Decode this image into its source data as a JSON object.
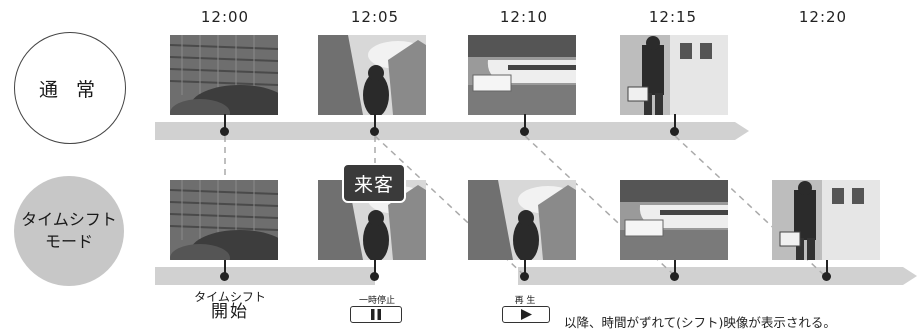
{
  "times": [
    "12:00",
    "12:05",
    "12:10",
    "12:15",
    "12:20"
  ],
  "normal_mode": {
    "label": "通 常"
  },
  "timeshift_mode": {
    "label_line1": "タイムシフト",
    "label_line2": "モード"
  },
  "visitor_badge": "来客",
  "controls": {
    "start_small": "タイムシフト",
    "start_big": "開始",
    "pause_caption": "一時停止",
    "play_caption": "再 生"
  },
  "note": "以降、時間がずれて(シフト)映像が表示される。",
  "frames_normal": [
    "building",
    "skyscraper",
    "bullet-train",
    "man-with-case"
  ],
  "frames_timeshift": [
    "building",
    "skyscraper",
    "skyscraper",
    "bullet-train",
    "man-with-case"
  ]
}
